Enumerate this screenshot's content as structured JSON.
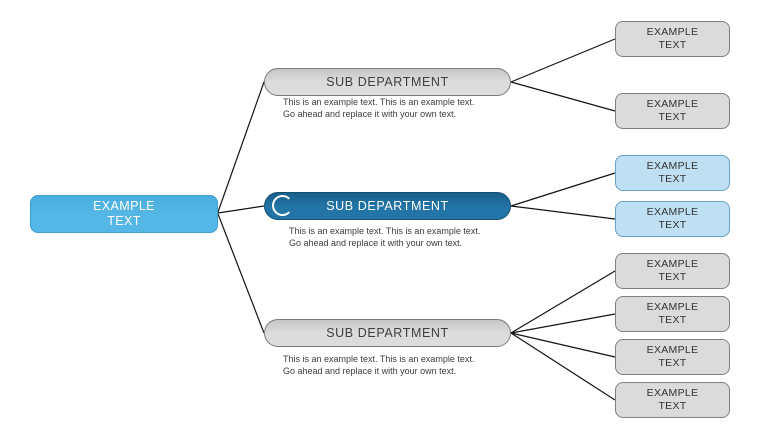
{
  "diagram": {
    "root": {
      "label": "EXAMPLE\nTEXT"
    },
    "subs": [
      {
        "label": "SUB DEPARTMENT",
        "description": "This is an example text. This is an example text.\nGo ahead and replace it with your own text.",
        "variant": "gray"
      },
      {
        "label": "SUB DEPARTMENT",
        "description": "This is an example text. This is an example text.\nGo ahead and replace it with your own text.",
        "variant": "blue"
      },
      {
        "label": "SUB DEPARTMENT",
        "description": "This is an example text. This is an example text.\nGo ahead and replace it with your own text.",
        "variant": "gray"
      }
    ],
    "leaves": [
      {
        "label": "EXAMPLE\nTEXT",
        "variant": "gray",
        "parent": 0
      },
      {
        "label": "EXAMPLE\nTEXT",
        "variant": "gray",
        "parent": 0
      },
      {
        "label": "EXAMPLE\nTEXT",
        "variant": "lightblue",
        "parent": 1
      },
      {
        "label": "EXAMPLE\nTEXT",
        "variant": "lightblue",
        "parent": 1
      },
      {
        "label": "EXAMPLE\nTEXT",
        "variant": "gray",
        "parent": 2
      },
      {
        "label": "EXAMPLE\nTEXT",
        "variant": "gray",
        "parent": 2
      },
      {
        "label": "EXAMPLE\nTEXT",
        "variant": "gray",
        "parent": 2
      },
      {
        "label": "EXAMPLE\nTEXT",
        "variant": "gray",
        "parent": 2
      }
    ]
  },
  "colors": {
    "root_fill": "#55b7e5",
    "root_fill_top": "#4aaede",
    "root_border": "#3d9bd1",
    "root_text": "#ffffff",
    "sub_gray_fill": "#dcdcdc",
    "sub_gray_border": "#7a7a7a",
    "sub_gray_text": "#3f3f3f",
    "sub_blue_fill": "#2375a8",
    "sub_blue_border": "#134e6d",
    "sub_blue_text": "#ffffff",
    "leaf_gray_fill": "#dbdbdb",
    "leaf_gray_border": "#7f7f7f",
    "leaf_blue_fill": "#bfe0f3",
    "leaf_blue_border": "#66a0c8",
    "leaf_text": "#333333",
    "description_text": "#3d3d3d",
    "connector": "#141414"
  }
}
